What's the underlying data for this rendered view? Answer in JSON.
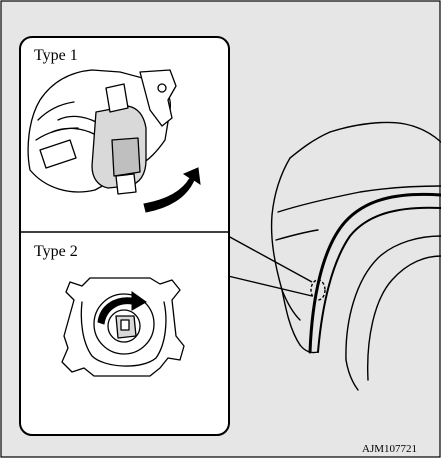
{
  "figure": {
    "background_color": "#e6e6e6",
    "panel_color": "#ffffff",
    "line_color": "#000000",
    "inset_top_label": "Type 1",
    "inset_bottom_label": "Type 2",
    "figure_code": "AJM107721"
  },
  "icons": {
    "type1_arrow": "curved-arrow-counterclockwise",
    "type2_arrow": "curved-arrow-rotate"
  }
}
